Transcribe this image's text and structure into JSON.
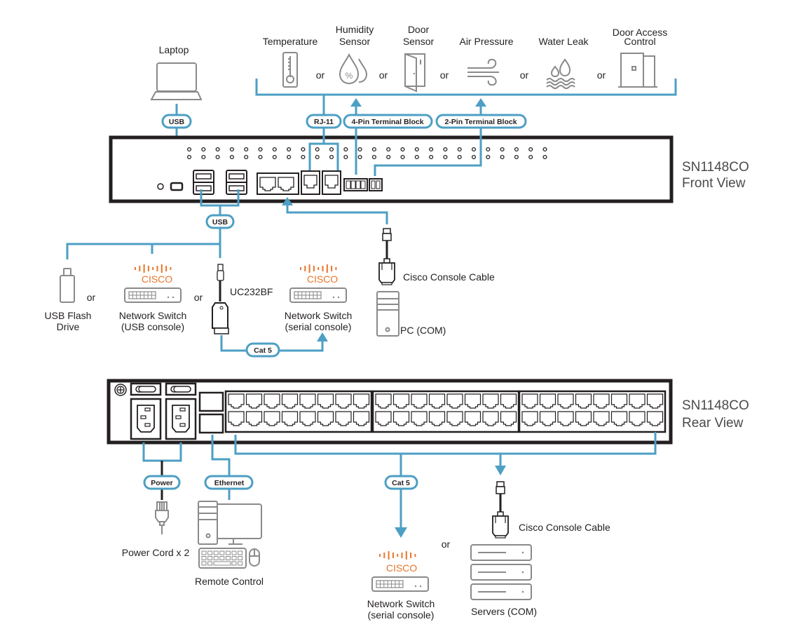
{
  "diagram": {
    "title": "SN1148CO connection diagram",
    "colors": {
      "wire": "#4d9fc4",
      "device_outline": "#231f20",
      "icon_gray": "#8a8a8a",
      "cisco_orange": "#e8752a",
      "model_text": "#4a4a4a"
    },
    "sensors": [
      {
        "id": "temperature",
        "label_lines": [
          "Temperature"
        ],
        "icon": "thermometer-icon"
      },
      {
        "id": "humidity",
        "label_lines": [
          "Humidity",
          "Sensor"
        ],
        "icon": "humidity-drops-icon"
      },
      {
        "id": "door",
        "label_lines": [
          "Door",
          "Sensor"
        ],
        "icon": "door-icon"
      },
      {
        "id": "air-pressure",
        "label_lines": [
          "Air Pressure"
        ],
        "icon": "wind-icon"
      },
      {
        "id": "water-leak",
        "label_lines": [
          "Water Leak"
        ],
        "icon": "water-leak-icon"
      },
      {
        "id": "door-access",
        "label_lines": [
          "Door Access",
          "Control"
        ],
        "icon": "door-access-icon"
      }
    ],
    "or_word": "or",
    "front": {
      "model": "SN1148CO",
      "view": "Front View",
      "connector_labels": {
        "laptop_usb": "USB",
        "rj11": "RJ-11",
        "four_pin": "4-Pin Terminal Block",
        "two_pin": "2-Pin Terminal Block",
        "usb_ports": "USB",
        "cat5": "Cat 5"
      },
      "laptop": "Laptop",
      "usb_devices": {
        "flash_drive": [
          "USB Flash",
          "Drive"
        ],
        "switch_usb": [
          "Network Switch",
          "(USB console)"
        ],
        "uc232bf": "UC232BF",
        "switch_serial": [
          "Network Switch",
          "(serial console)"
        ]
      },
      "console_cable": "Cisco Console Cable",
      "pc": "PC (COM)",
      "cisco_brand": "CISCO"
    },
    "rear": {
      "model": "SN1148CO",
      "view": "Rear View",
      "connector_labels": {
        "power": "Power",
        "ethernet": "Ethernet",
        "cat5": "Cat 5"
      },
      "power_cord": "Power Cord x 2",
      "remote_control": "Remote Control",
      "switch_serial": [
        "Network Switch",
        "(serial console)"
      ],
      "console_cable": "Cisco Console Cable",
      "servers": "Servers (COM)",
      "serial_ports_count": 48,
      "cisco_brand": "CISCO"
    }
  }
}
